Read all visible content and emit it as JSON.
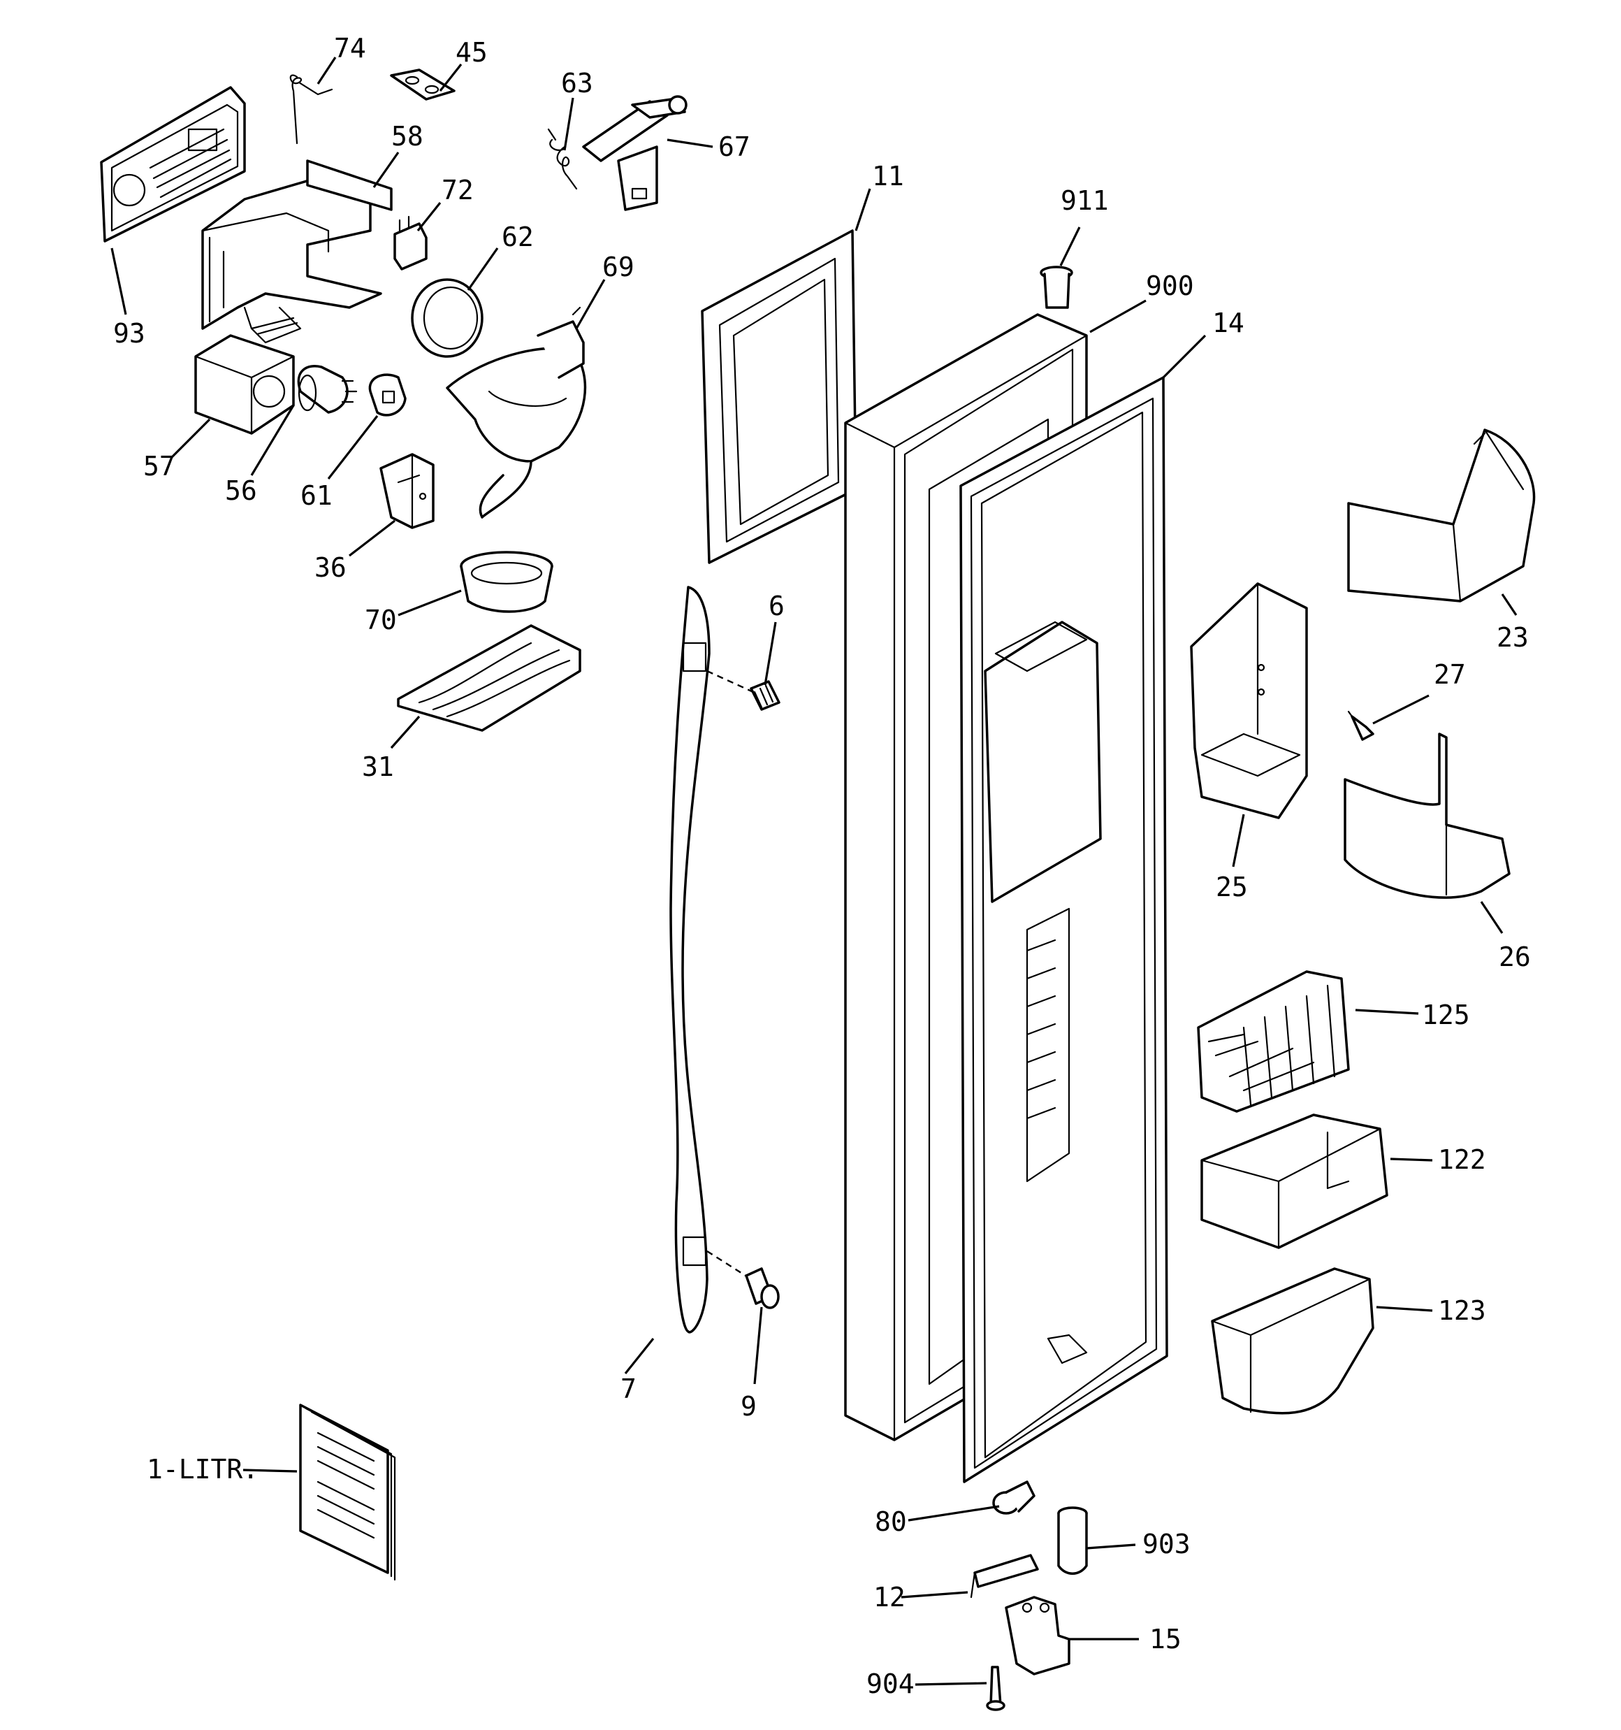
{
  "diagram": {
    "parts": [
      {
        "id": "p74",
        "label": "74"
      },
      {
        "id": "p45",
        "label": "45"
      },
      {
        "id": "p63",
        "label": "63"
      },
      {
        "id": "p67",
        "label": "67"
      },
      {
        "id": "p58",
        "label": "58"
      },
      {
        "id": "p72",
        "label": "72"
      },
      {
        "id": "p62",
        "label": "62"
      },
      {
        "id": "p69",
        "label": "69"
      },
      {
        "id": "p93",
        "label": "93"
      },
      {
        "id": "p57",
        "label": "57"
      },
      {
        "id": "p56",
        "label": "56"
      },
      {
        "id": "p61",
        "label": "61"
      },
      {
        "id": "p36",
        "label": "36"
      },
      {
        "id": "p70",
        "label": "70"
      },
      {
        "id": "p31",
        "label": "31"
      },
      {
        "id": "p11",
        "label": "11"
      },
      {
        "id": "p911",
        "label": "911"
      },
      {
        "id": "p900",
        "label": "900"
      },
      {
        "id": "p14",
        "label": "14"
      },
      {
        "id": "p6",
        "label": "6"
      },
      {
        "id": "p7",
        "label": "7"
      },
      {
        "id": "p9",
        "label": "9"
      },
      {
        "id": "p23",
        "label": "23"
      },
      {
        "id": "p27",
        "label": "27"
      },
      {
        "id": "p25",
        "label": "25"
      },
      {
        "id": "p26",
        "label": "26"
      },
      {
        "id": "p125",
        "label": "125"
      },
      {
        "id": "p122",
        "label": "122"
      },
      {
        "id": "p123",
        "label": "123"
      },
      {
        "id": "p80",
        "label": "80"
      },
      {
        "id": "p903",
        "label": "903"
      },
      {
        "id": "p12",
        "label": "12"
      },
      {
        "id": "p15",
        "label": "15"
      },
      {
        "id": "p904",
        "label": "904"
      },
      {
        "id": "litr",
        "label": "1-LITR."
      }
    ]
  }
}
